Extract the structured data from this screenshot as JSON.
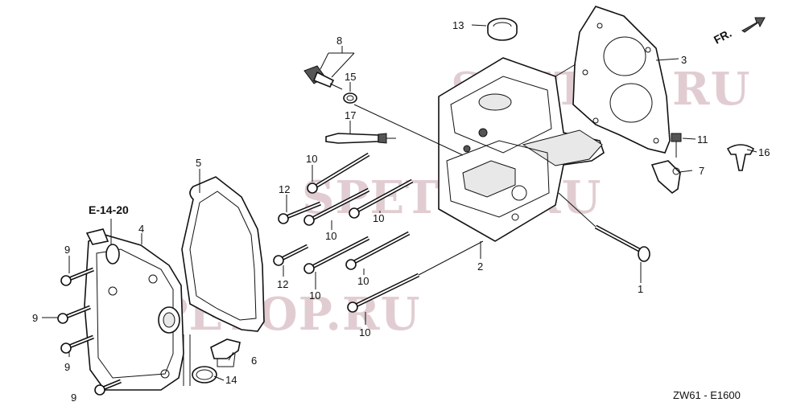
{
  "diagram": {
    "direction_label": "FR.",
    "reference_label": "E-14-20",
    "footer_code": "ZW61 - E1600",
    "watermarks": [
      "SPETOP.RU",
      "SPETOP.RU",
      "SPETOP.RU"
    ],
    "callouts": {
      "c1": "1",
      "c2": "2",
      "c3": "3",
      "c4": "4",
      "c5": "5",
      "c6": "6",
      "c7": "7",
      "c8": "8",
      "c9a": "9",
      "c9b": "9",
      "c9c": "9",
      "c9d": "9",
      "c10a": "10",
      "c10b": "10",
      "c10c": "10",
      "c10d": "10",
      "c10e": "10",
      "c10f": "10",
      "c11": "11",
      "c12a": "12",
      "c12b": "12",
      "c13": "13",
      "c14": "14",
      "c15": "15",
      "c16": "16",
      "c17": "17"
    }
  }
}
